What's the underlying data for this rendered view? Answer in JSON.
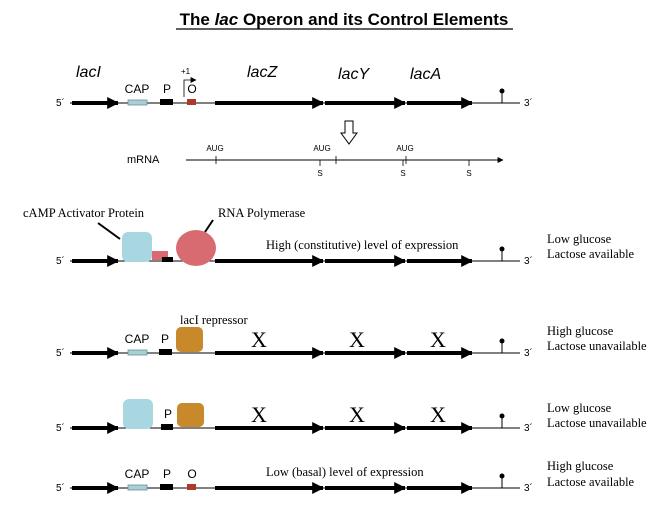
{
  "title": {
    "prefix": "The ",
    "italic": "lac",
    "suffix": " Operon and its Control Elements"
  },
  "genes": {
    "lacI": "lacI",
    "lacZ": "lacZ",
    "lacY": "lacY",
    "lacA": "lacA"
  },
  "elements": {
    "cap": "CAP",
    "promoter": "P",
    "operator": "O",
    "plus_one": "+1"
  },
  "strand_ends": {
    "five": "5´",
    "three": "3´"
  },
  "mrna": {
    "label": "mRNA",
    "aug": [
      "AUG",
      "AUG",
      "AUG"
    ],
    "stop": [
      "S",
      "S",
      "S"
    ]
  },
  "row_active": {
    "cap_protein_label": "cAMP Activator Protein",
    "rna_pol_label": "RNA Polymerase",
    "expression_label": "High (constitutive) level of expression",
    "condition_1": "Low glucose",
    "condition_2": "Lactose available"
  },
  "row_repressed": {
    "repressor_label": "lacI repressor",
    "block_mark": "X",
    "condition_1": "High glucose",
    "condition_2": "Lactose unavailable"
  },
  "row_cap_repressed": {
    "block_mark": "X",
    "condition_1": "Low glucose",
    "condition_2": "Lactose unavailable"
  },
  "row_basal": {
    "expression_label": "Low  (basal) level of expression",
    "condition_1": "High glucose",
    "condition_2": "Lactose available"
  },
  "colors": {
    "cap_box": "#a9cfd6",
    "cap_protein": "#a9d7e1",
    "rna_polymerase": "#d86b72",
    "operator": "#b0392e",
    "repressor": "#c8892a",
    "line": "#000000"
  }
}
